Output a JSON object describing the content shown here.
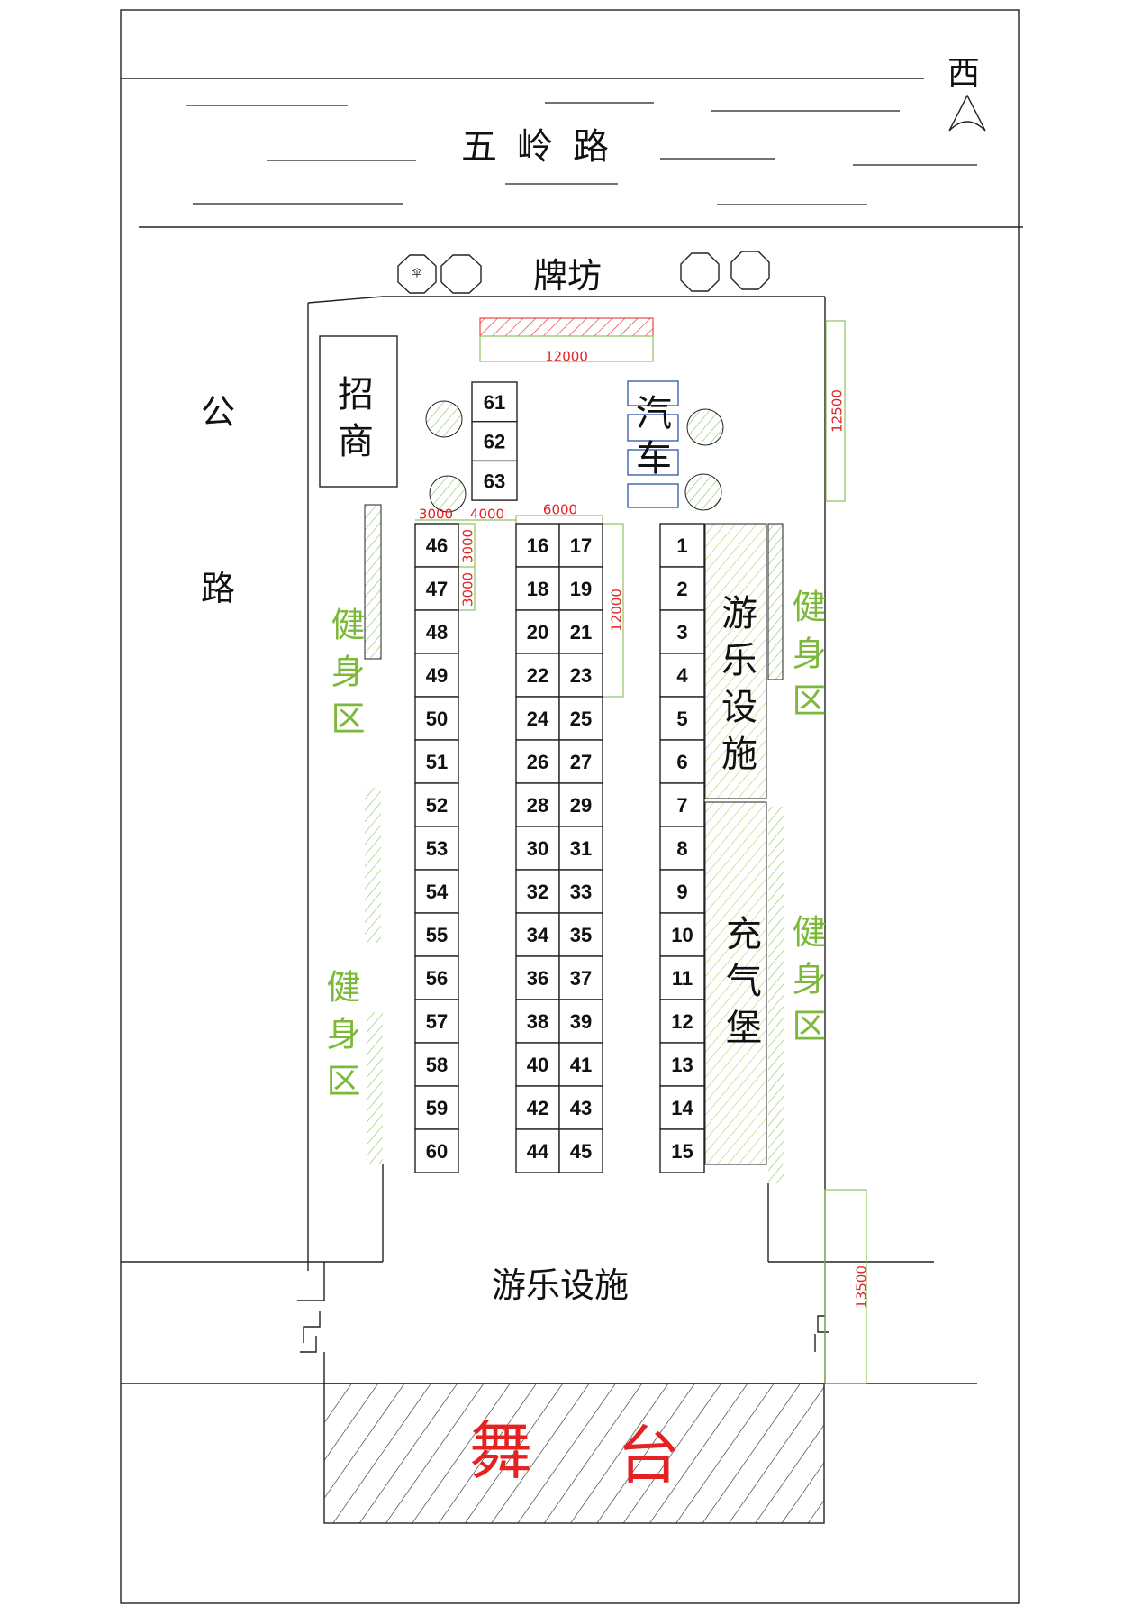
{
  "compass": {
    "label": "西"
  },
  "road_top": {
    "label": "五岭路"
  },
  "road_left": {
    "label_1": "公",
    "label_2": "路"
  },
  "archway": {
    "label": "牌坊",
    "umbrella": "伞"
  },
  "merchant": {
    "label": "招商"
  },
  "car": {
    "label": "汽车"
  },
  "rides_right": {
    "label": "游乐设施"
  },
  "bouncy": {
    "label": "充气堡"
  },
  "fitness": {
    "label": "健身区"
  },
  "rides_bottom": {
    "label": "游乐设施"
  },
  "stage": {
    "char_1": "舞",
    "char_2": "台"
  },
  "dimensions": {
    "top_bar": "12000",
    "right_top": "12500",
    "col_a": "3000",
    "gap_b": "4000",
    "col_c": "6000",
    "cell_1": "3000",
    "cell_2": "3000",
    "col_len": "12000",
    "bottom_right": "13500"
  },
  "stalls": {
    "top_column": [
      "61",
      "62",
      "63"
    ],
    "left_column": [
      "46",
      "47",
      "48",
      "49",
      "50",
      "51",
      "52",
      "53",
      "54",
      "55",
      "56",
      "57",
      "58",
      "59",
      "60"
    ],
    "middle_left": [
      "16",
      "18",
      "20",
      "22",
      "24",
      "26",
      "28",
      "30",
      "32",
      "34",
      "36",
      "38",
      "40",
      "42",
      "44"
    ],
    "middle_right": [
      "17",
      "19",
      "21",
      "23",
      "25",
      "27",
      "29",
      "31",
      "33",
      "35",
      "37",
      "39",
      "41",
      "43",
      "45"
    ],
    "right_column": [
      "1",
      "2",
      "3",
      "4",
      "5",
      "6",
      "7",
      "8",
      "9",
      "10",
      "11",
      "12",
      "13",
      "14",
      "15"
    ]
  },
  "colors": {
    "dimension": "#e52222",
    "fitness": "#7cb83a",
    "car_box": "#3b62b0",
    "hatch_yellow": "#c8c86a"
  }
}
